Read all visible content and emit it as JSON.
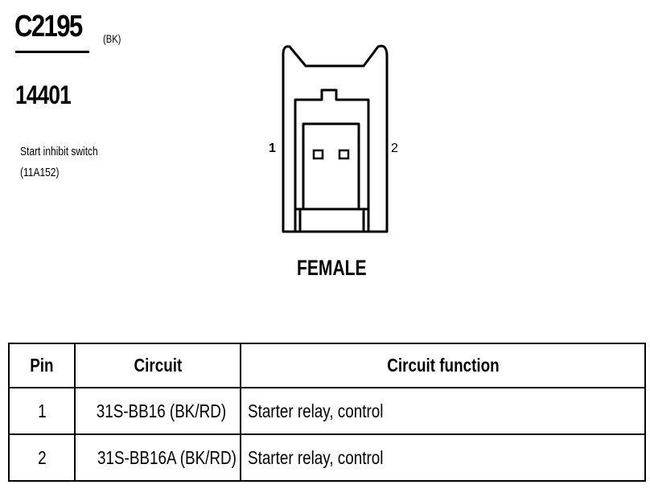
{
  "connector": {
    "id": "C2195",
    "color": "(BK)",
    "part_number": "14401",
    "description_line1": "Start inhibit switch",
    "description_line2": "(11A152)"
  },
  "diagram": {
    "pin_label_left": "1",
    "pin_label_right": "2",
    "gender": "FEMALE"
  },
  "table": {
    "headers": [
      "Pin",
      "Circuit",
      "Circuit function"
    ],
    "rows": [
      {
        "pin": "1",
        "circuit": "31S-BB16 (BK/RD)",
        "function": "Starter relay, control"
      },
      {
        "pin": "2",
        "circuit": "31S-BB16A (BK/RD)",
        "function": "Starter relay, control"
      }
    ]
  }
}
